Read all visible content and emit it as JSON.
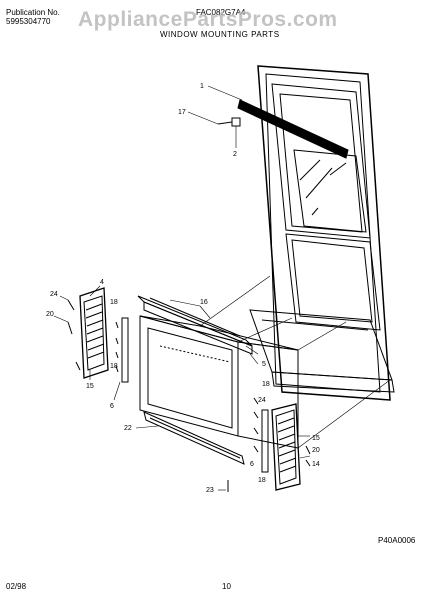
{
  "header": {
    "publication_label": "Publication No.",
    "publication_number": "5995304770",
    "model": "FAC082G7A4",
    "section_title": "WINDOW MOUNTING PARTS",
    "watermark": "AppliancePartsPros.com"
  },
  "diagram": {
    "callouts": [
      "1",
      "17",
      "2",
      "4",
      "24",
      "20",
      "18",
      "16",
      "5",
      "15",
      "6",
      "22",
      "23",
      "18",
      "24",
      "15",
      "20",
      "14",
      "18",
      "18",
      "6"
    ],
    "figure_code": "P40A0006"
  },
  "footer": {
    "date": "02/98",
    "page_number": "10"
  }
}
